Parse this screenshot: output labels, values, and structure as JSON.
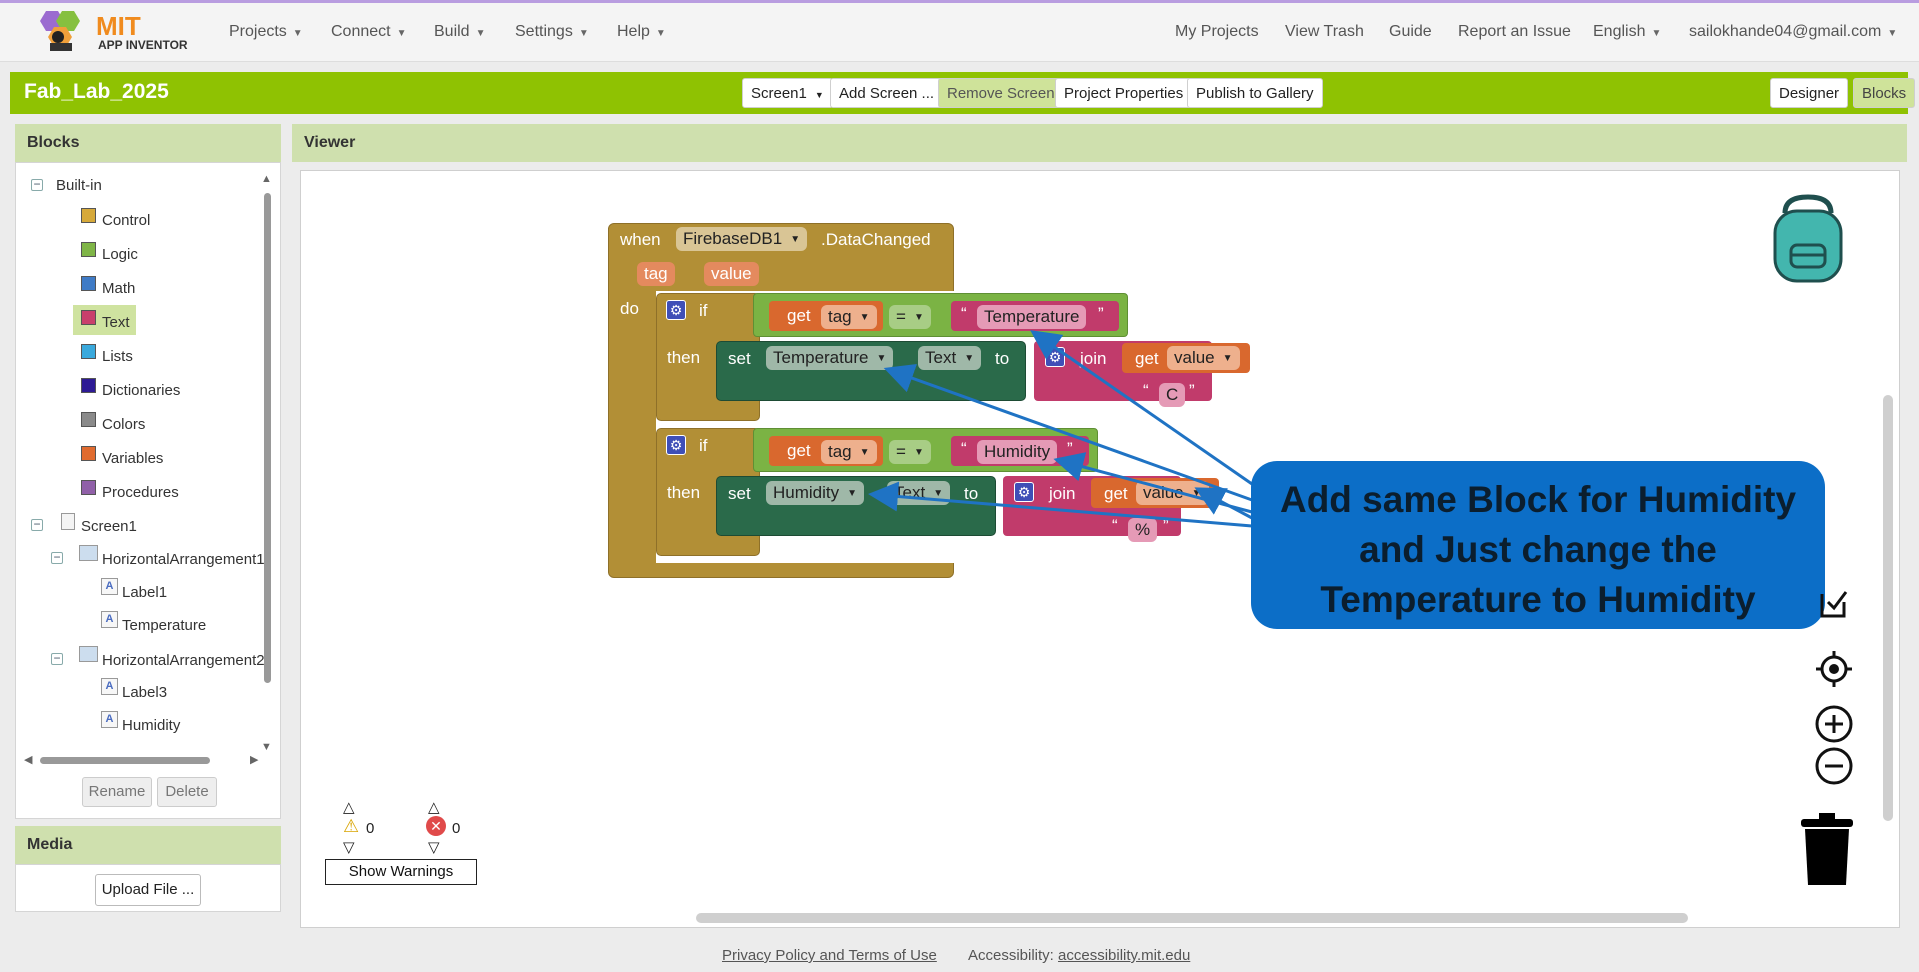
{
  "app": {
    "logo_mit": "MIT",
    "logo_sub": "APP INVENTOR",
    "menu": [
      {
        "label": "Projects"
      },
      {
        "label": "Connect"
      },
      {
        "label": "Build"
      },
      {
        "label": "Settings"
      },
      {
        "label": "Help"
      }
    ],
    "right_links": {
      "my_projects": "My Projects",
      "view_trash": "View Trash",
      "guide": "Guide",
      "report": "Report an Issue",
      "language": "English",
      "account": "sailokhande04@gmail.com"
    }
  },
  "project": {
    "title": "Fab_Lab_2025",
    "screen_select": "Screen1",
    "add_screen": "Add Screen ...",
    "remove_screen": "Remove Screen",
    "properties": "Project Properties",
    "publish": "Publish to Gallery",
    "designer": "Designer",
    "blocks": "Blocks"
  },
  "blocks_panel": {
    "title": "Blocks",
    "builtin": "Built-in",
    "categories": [
      {
        "label": "Control",
        "color": "#d6a93a"
      },
      {
        "label": "Logic",
        "color": "#7fb547"
      },
      {
        "label": "Math",
        "color": "#3f7bc6"
      },
      {
        "label": "Text",
        "color": "#c93f6c"
      },
      {
        "label": "Lists",
        "color": "#3aa9dc"
      },
      {
        "label": "Dictionaries",
        "color": "#2d1a94"
      },
      {
        "label": "Colors",
        "color": "#8a8a8a"
      },
      {
        "label": "Variables",
        "color": "#e06b2f"
      },
      {
        "label": "Procedures",
        "color": "#9060a8"
      }
    ],
    "screen": "Screen1",
    "components": {
      "ha1": "HorizontalArrangement1",
      "label1": "Label1",
      "temperature": "Temperature",
      "ha2": "HorizontalArrangement2",
      "label3": "Label3",
      "humidity": "Humidity"
    },
    "rename": "Rename",
    "delete": "Delete"
  },
  "media_panel": {
    "title": "Media",
    "upload": "Upload File ..."
  },
  "viewer": {
    "title": "Viewer",
    "warnings_count": "0",
    "errors_count": "0",
    "show_warnings": "Show Warnings"
  },
  "block_text": {
    "when": "when",
    "component": "FirebaseDB1",
    "event": ".DataChanged",
    "param_tag": "tag",
    "param_value": "value",
    "do": "do",
    "if": "if",
    "then": "then",
    "get": "get",
    "eq": "=",
    "set": "set",
    "prop_text": "Text",
    "to": "to",
    "join": "join",
    "str_temperature": "Temperature",
    "str_c": "C",
    "str_humidity": "Humidity",
    "str_pct": "%",
    "comp_temperature": "Temperature",
    "comp_humidity": "Humidity"
  },
  "callout": {
    "line1": "Add same Block for Humidity",
    "line2": "and Just change the",
    "line3": "Temperature to Humidity"
  },
  "footer": {
    "privacy": "Privacy Policy and Terms of Use",
    "accessibility_label": "Accessibility:",
    "accessibility_link": "accessibility.mit.edu"
  },
  "colors": {
    "accent_green": "#8fc202",
    "event_block": "#b28f36",
    "logic_block": "#7bb344",
    "text_block": "#c13b6b",
    "set_block": "#2a6a4a",
    "getter_block": "#d9682e",
    "callout": "#0c6ec7"
  }
}
